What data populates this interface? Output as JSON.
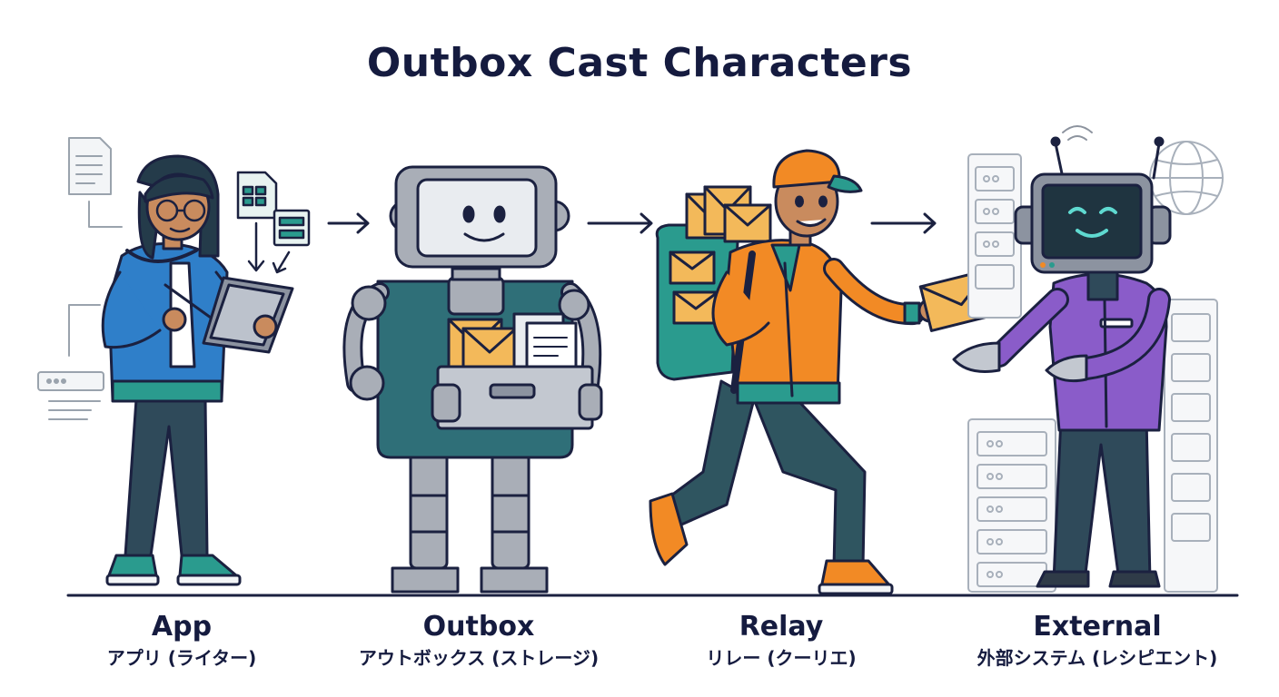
{
  "title": "Outbox Cast Characters",
  "colors": {
    "ink": "#1b2140",
    "teal": "#2a9b8e",
    "blue": "#2f7fc9",
    "orange": "#f28a25",
    "purple": "#8a5cc9",
    "gray": "#a9aeb7",
    "envelope": "#f3b95a"
  },
  "icons": [
    "document-icon",
    "spreadsheet-icon",
    "browser-window-icon",
    "wifi-icon",
    "globe-icon",
    "server-rack-icon",
    "envelope-icon",
    "arrow-right-icon"
  ],
  "characters": [
    {
      "id": "app",
      "name": "App",
      "subtitle": "アプリ (ライター)",
      "role_icon": "tablet-icon"
    },
    {
      "id": "outbox",
      "name": "Outbox",
      "subtitle": "アウトボックス (ストレージ)",
      "role_icon": "robot-icon"
    },
    {
      "id": "relay",
      "name": "Relay",
      "subtitle": "リレー (クーリエ)",
      "role_icon": "courier-icon"
    },
    {
      "id": "external",
      "name": "External",
      "subtitle": "外部システム (レシピエント)",
      "role_icon": "monitor-robot-icon"
    }
  ]
}
